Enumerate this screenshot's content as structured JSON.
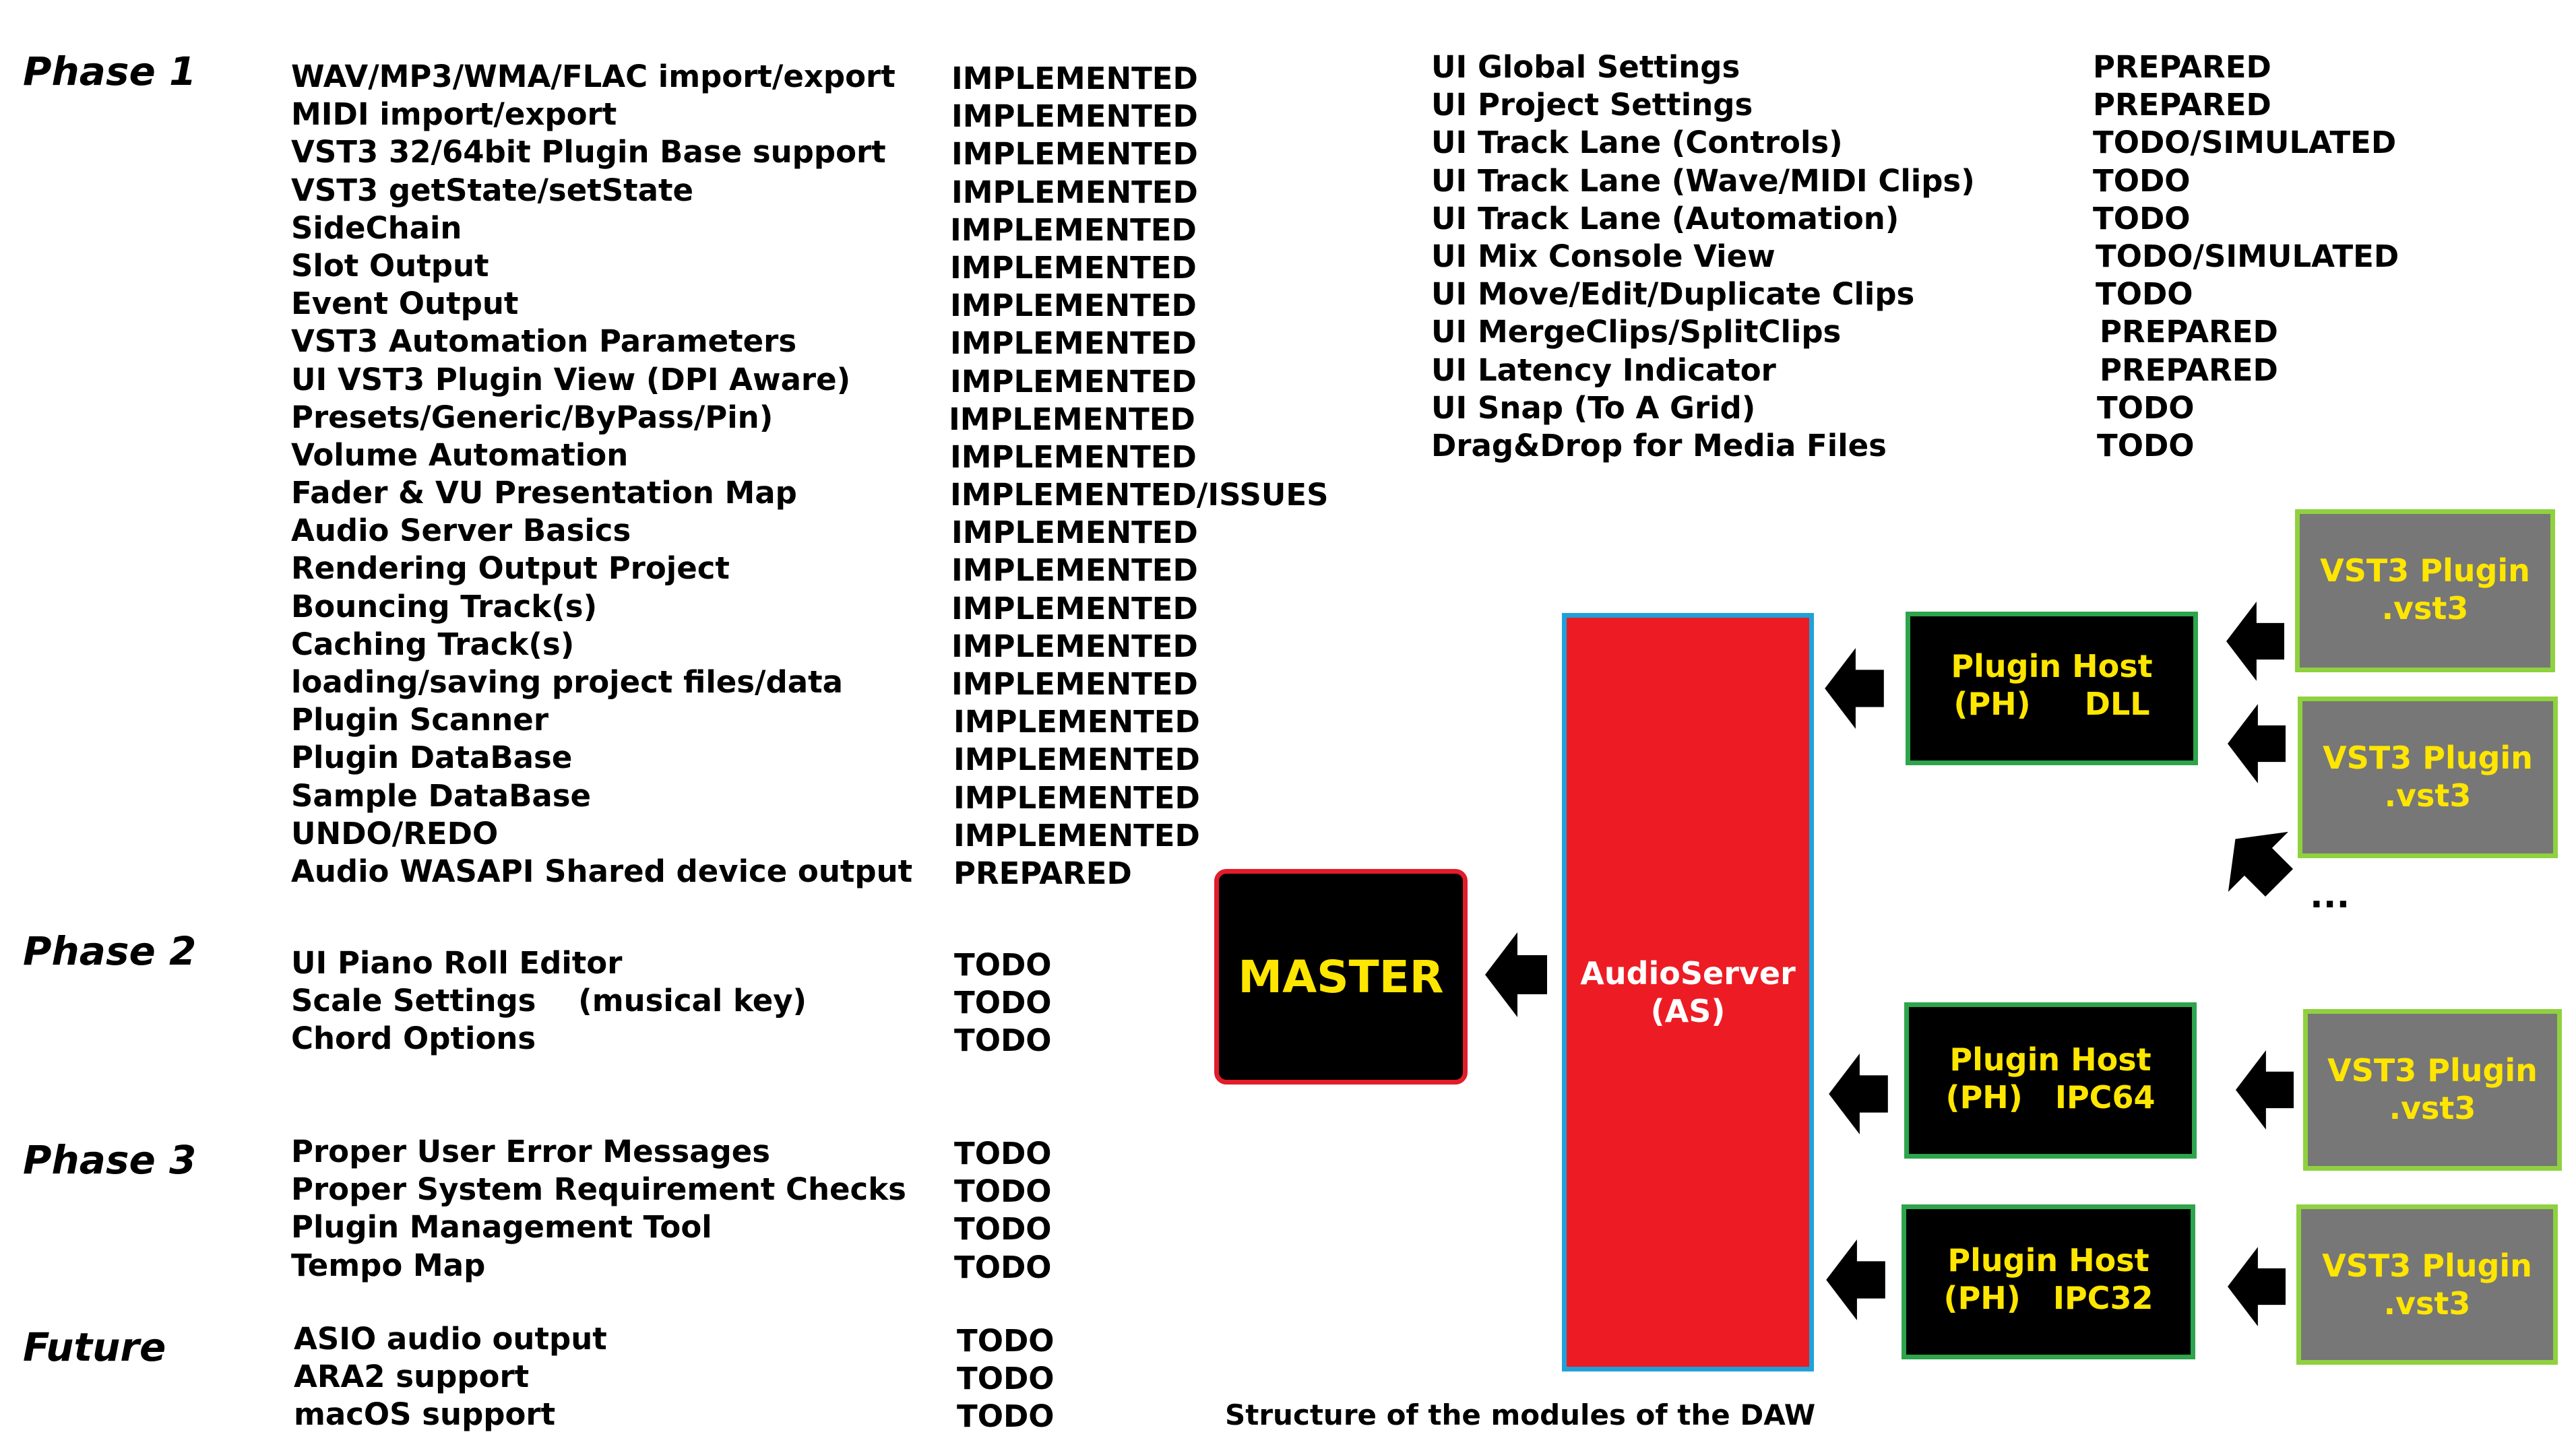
{
  "phases": {
    "phase1": {
      "title": "Phase 1",
      "items": [
        {
          "feature": "WAV/MP3/WMA/FLAC import/export",
          "status": "IMPLEMENTED"
        },
        {
          "feature": "MIDI import/export",
          "status": "IMPLEMENTED"
        },
        {
          "feature": "VST3 32/64bit Plugin Base support",
          "status": "IMPLEMENTED"
        },
        {
          "feature": "VST3 getState/setState",
          "status": "IMPLEMENTED"
        },
        {
          "feature": "SideChain",
          "status": "IMPLEMENTED"
        },
        {
          "feature": "Slot Output",
          "status": "IMPLEMENTED"
        },
        {
          "feature": "Event Output",
          "status": "IMPLEMENTED"
        },
        {
          "feature": "VST3 Automation Parameters",
          "status": "IMPLEMENTED"
        },
        {
          "feature": "UI VST3 Plugin View (DPI Aware)",
          "status": "IMPLEMENTED"
        },
        {
          "feature": "Presets/Generic/ByPass/Pin)",
          "status": "IMPLEMENTED"
        },
        {
          "feature": "Volume Automation",
          "status": "IMPLEMENTED"
        },
        {
          "feature": "Fader & VU Presentation Map",
          "status": "IMPLEMENTED/ISSUES"
        },
        {
          "feature": "Audio Server Basics",
          "status": "IMPLEMENTED"
        },
        {
          "feature": "Rendering Output Project",
          "status": "IMPLEMENTED"
        },
        {
          "feature": "Bouncing Track(s)",
          "status": "IMPLEMENTED"
        },
        {
          "feature": "Caching Track(s)",
          "status": "IMPLEMENTED"
        },
        {
          "feature": "loading/saving project files/data",
          "status": "IMPLEMENTED"
        },
        {
          "feature": "Plugin Scanner",
          "status": "IMPLEMENTED"
        },
        {
          "feature": "Plugin DataBase",
          "status": "IMPLEMENTED"
        },
        {
          "feature": "Sample DataBase",
          "status": "IMPLEMENTED"
        },
        {
          "feature": "UNDO/REDO",
          "status": "IMPLEMENTED"
        },
        {
          "feature": "Audio WASAPI Shared device output",
          "status": "PREPARED"
        }
      ]
    },
    "phase2": {
      "title": "Phase 2",
      "items": [
        {
          "feature": "UI Piano Roll Editor",
          "status": "TODO"
        },
        {
          "feature": "Scale Settings    (musical key)",
          "status": "TODO"
        },
        {
          "feature": "Chord Options",
          "status": "TODO"
        }
      ]
    },
    "phase3": {
      "title": "Phase 3",
      "items": [
        {
          "feature": "Proper User Error Messages",
          "status": "TODO"
        },
        {
          "feature": "Proper System Requirement Checks",
          "status": "TODO"
        },
        {
          "feature": "Plugin Management Tool",
          "status": "TODO"
        },
        {
          "feature": "Tempo Map",
          "status": "TODO"
        }
      ]
    },
    "future": {
      "title": "Future",
      "items": [
        {
          "feature": "ASIO audio output",
          "status": "TODO"
        },
        {
          "feature": "ARA2 support",
          "status": "TODO"
        },
        {
          "feature": "macOS support",
          "status": "TODO"
        }
      ]
    }
  },
  "ui_features": [
    {
      "feature": "UI Global Settings",
      "status": "PREPARED"
    },
    {
      "feature": "UI Project Settings",
      "status": "PREPARED"
    },
    {
      "feature": "UI Track Lane (Controls)",
      "status": "TODO/SIMULATED"
    },
    {
      "feature": "UI Track Lane (Wave/MIDI Clips)",
      "status": "TODO"
    },
    {
      "feature": "UI Track Lane (Automation)",
      "status": "TODO"
    },
    {
      "feature": "UI Mix Console View",
      "status": "TODO/SIMULATED"
    },
    {
      "feature": "UI Move/Edit/Duplicate Clips",
      "status": "TODO"
    },
    {
      "feature": "UI MergeClips/SplitClips",
      "status": "PREPARED"
    },
    {
      "feature": "UI Latency Indicator",
      "status": "PREPARED"
    },
    {
      "feature": "UI Snap (To A Grid)",
      "status": "TODO"
    },
    {
      "feature": "Drag&Drop for Media Files",
      "status": "TODO"
    }
  ],
  "diagram": {
    "master": "MASTER",
    "server_line1": "AudioServer",
    "server_line2": "(AS)",
    "hosts": [
      {
        "line1": "Plugin Host",
        "line2": "(PH)     DLL"
      },
      {
        "line1": "Plugin Host",
        "line2": "(PH)   IPC64"
      },
      {
        "line1": "Plugin Host",
        "line2": "(PH)   IPC32"
      }
    ],
    "plugins": [
      {
        "line1": "VST3 Plugin",
        "line2": ".vst3"
      },
      {
        "line1": "VST3 Plugin",
        "line2": ".vst3"
      },
      {
        "line1": "VST3 Plugin",
        "line2": ".vst3"
      },
      {
        "line1": "VST3 Plugin",
        "line2": ".vst3"
      }
    ],
    "ellipsis": "...",
    "caption": "Structure of the modules of the DAW"
  }
}
